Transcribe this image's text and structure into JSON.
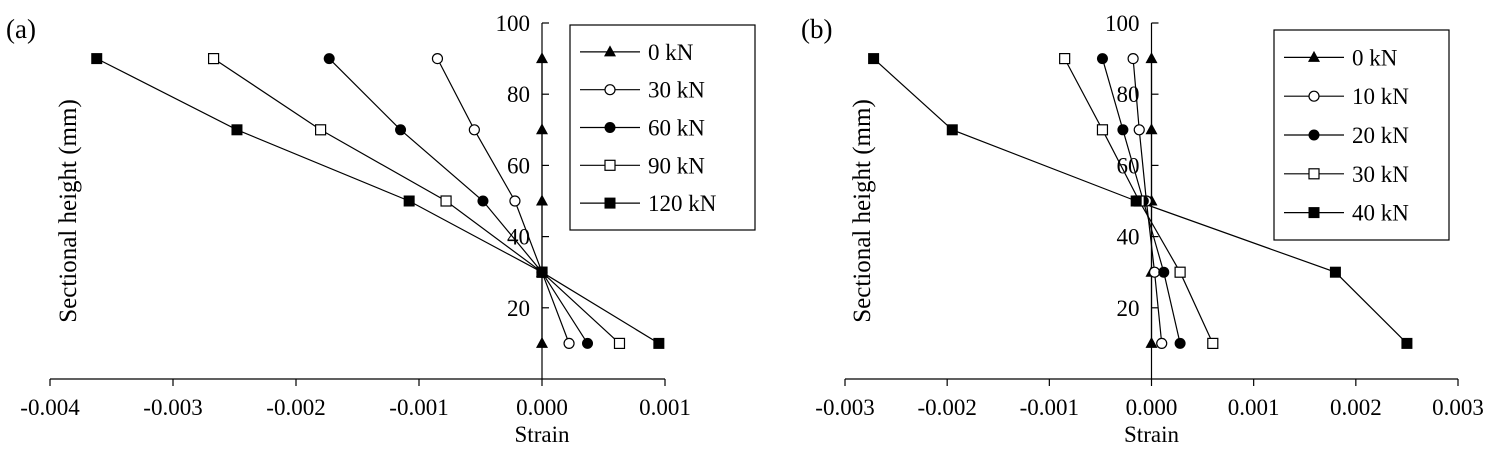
{
  "chart_data": [
    {
      "panel_label": "(a)",
      "type": "line",
      "xlabel": "Strain",
      "ylabel": "Sectional height (mm)",
      "xlim": [
        -0.004,
        0.001
      ],
      "ylim": [
        0,
        100
      ],
      "x_ticks": [
        "-0.004",
        "-0.003",
        "-0.002",
        "-0.001",
        "0.000",
        "0.001"
      ],
      "y_ticks": [
        "20",
        "40",
        "60",
        "80",
        "100"
      ],
      "legend_position": "top-right",
      "series": [
        {
          "name": "0 kN",
          "marker": "filled-triangle",
          "points": [
            [
              0,
              10
            ],
            [
              0,
              30
            ],
            [
              0,
              50
            ],
            [
              0,
              70
            ],
            [
              0,
              90
            ]
          ]
        },
        {
          "name": "30 kN",
          "marker": "open-circle",
          "points": [
            [
              0.00022,
              10
            ],
            [
              0,
              30
            ],
            [
              -0.00022,
              50
            ],
            [
              -0.00055,
              70
            ],
            [
              -0.00085,
              90
            ]
          ]
        },
        {
          "name": "60 kN",
          "marker": "filled-circle",
          "points": [
            [
              0.00037,
              10
            ],
            [
              0,
              30
            ],
            [
              -0.00048,
              50
            ],
            [
              -0.00115,
              70
            ],
            [
              -0.00173,
              90
            ]
          ]
        },
        {
          "name": "90 kN",
          "marker": "open-square",
          "points": [
            [
              0.00063,
              10
            ],
            [
              0,
              30
            ],
            [
              -0.00078,
              50
            ],
            [
              -0.0018,
              70
            ],
            [
              -0.00267,
              90
            ]
          ]
        },
        {
          "name": "120 kN",
          "marker": "filled-square",
          "points": [
            [
              0.00095,
              10
            ],
            [
              0,
              30
            ],
            [
              -0.00108,
              50
            ],
            [
              -0.00248,
              70
            ],
            [
              -0.00362,
              90
            ]
          ]
        }
      ]
    },
    {
      "panel_label": "(b)",
      "type": "line",
      "xlabel": "Strain",
      "ylabel": "Sectional height (mm)",
      "xlim": [
        -0.003,
        0.003
      ],
      "ylim": [
        0,
        100
      ],
      "x_ticks": [
        "-0.003",
        "-0.002",
        "-0.001",
        "0.000",
        "0.001",
        "0.002",
        "0.003"
      ],
      "y_ticks": [
        "20",
        "40",
        "60",
        "80",
        "100"
      ],
      "legend_position": "top-right",
      "series": [
        {
          "name": "0 kN",
          "marker": "filled-triangle",
          "points": [
            [
              0,
              10
            ],
            [
              0,
              30
            ],
            [
              0,
              50
            ],
            [
              0,
              70
            ],
            [
              0,
              90
            ]
          ]
        },
        {
          "name": "10 kN",
          "marker": "open-circle",
          "points": [
            [
              0.0001,
              10
            ],
            [
              3e-05,
              30
            ],
            [
              -5e-05,
              50
            ],
            [
              -0.00012,
              70
            ],
            [
              -0.00018,
              90
            ]
          ]
        },
        {
          "name": "20 kN",
          "marker": "filled-circle",
          "points": [
            [
              0.00028,
              10
            ],
            [
              0.00012,
              30
            ],
            [
              -8e-05,
              50
            ],
            [
              -0.00028,
              70
            ],
            [
              -0.00048,
              90
            ]
          ]
        },
        {
          "name": "30 kN",
          "marker": "open-square",
          "points": [
            [
              0.0006,
              10
            ],
            [
              0.00028,
              30
            ],
            [
              -0.00012,
              50
            ],
            [
              -0.00048,
              70
            ],
            [
              -0.00085,
              90
            ]
          ]
        },
        {
          "name": "40 kN",
          "marker": "filled-square",
          "points": [
            [
              0.0025,
              10
            ],
            [
              0.0018,
              30
            ],
            [
              -0.00015,
              50
            ],
            [
              -0.00195,
              70
            ],
            [
              -0.00272,
              90
            ]
          ]
        }
      ]
    }
  ]
}
